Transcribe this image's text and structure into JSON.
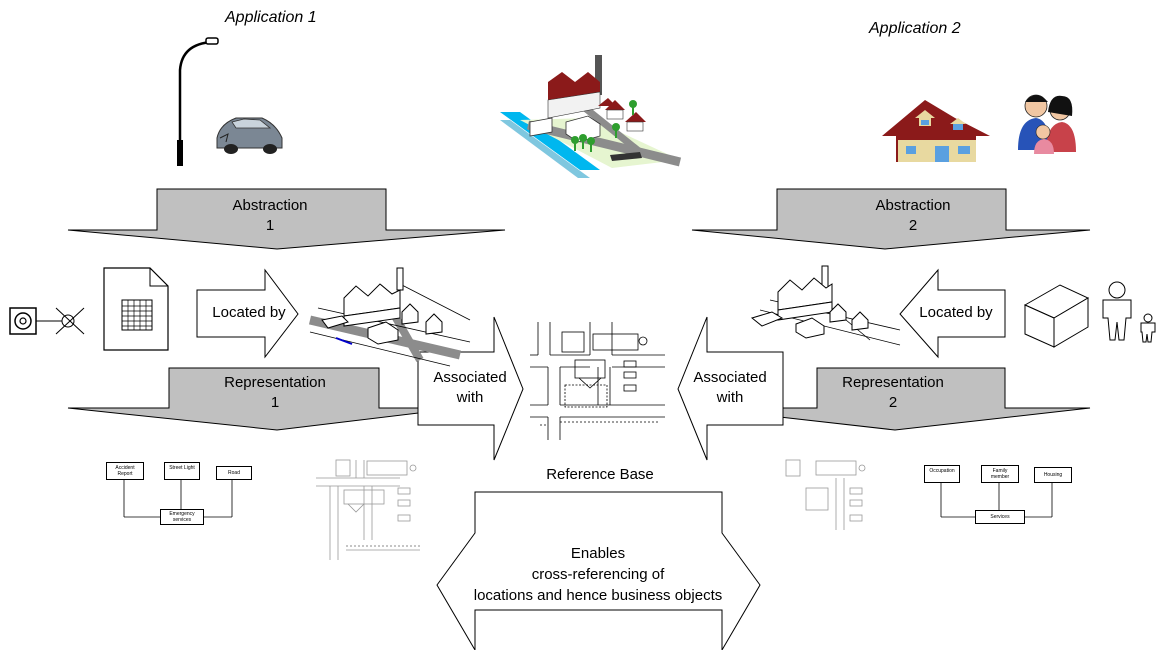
{
  "application_1": {
    "title": "Application 1"
  },
  "application_2": {
    "title": "Application 2"
  },
  "abstraction_1": {
    "line1": "Abstraction",
    "line2": "1"
  },
  "abstraction_2": {
    "line1": "Abstraction",
    "line2": "2"
  },
  "representation_1": {
    "line1": "Representation",
    "line2": "1"
  },
  "representation_2": {
    "line1": "Representation",
    "line2": "2"
  },
  "located_by_left": "Located by",
  "located_by_right": "Located by",
  "associated_left": {
    "line1": "Associated",
    "line2": "with"
  },
  "associated_right": {
    "line1": "Associated",
    "line2": "with"
  },
  "reference_base": "Reference Base",
  "enables": {
    "line1": "Enables",
    "line2": "cross-referencing of",
    "line3": "locations and hence business objects"
  },
  "schema_1": {
    "nodes": [
      "Accident Report",
      "Street Light",
      "Road"
    ],
    "root": "Emergency services"
  },
  "schema_2": {
    "nodes": [
      "Occupation",
      "Family member",
      "Housing"
    ],
    "root": "Services"
  },
  "colors": {
    "arrow_fill": "#c0c0c0",
    "roof_red": "#8b1a1a",
    "house_wall": "#e8d9a0",
    "river_blue": "#00b7ef",
    "tree_green": "#2e9e2e",
    "road_grey": "#8c8c8c"
  }
}
